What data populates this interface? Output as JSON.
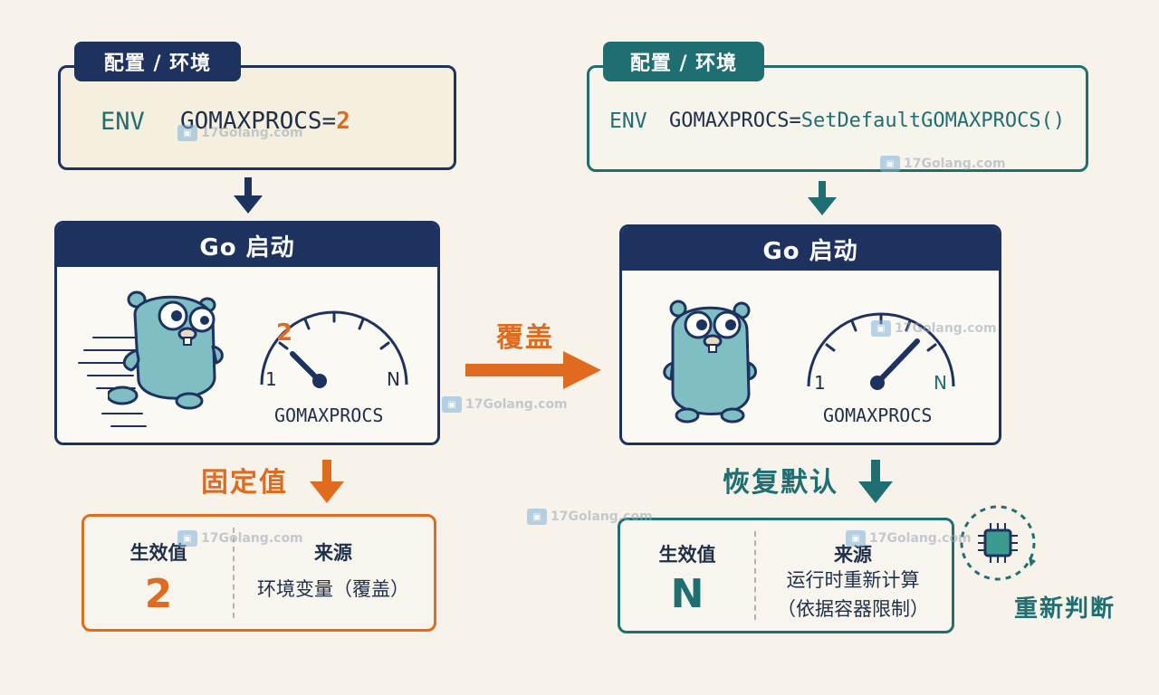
{
  "left": {
    "tag": "配置 / 环境",
    "env_keyword": "ENV",
    "env_name": "GOMAXPROCS=",
    "env_value": "2",
    "panel_title": "Go 启动",
    "gauge_value": "2",
    "gauge_min": "1",
    "gauge_max": "N",
    "gauge_caption": "GOMAXPROCS",
    "step_label": "固定值",
    "result": {
      "effective_header": "生效值",
      "effective_value": "2",
      "source_header": "来源",
      "source_text": "环境变量（覆盖）"
    }
  },
  "right": {
    "tag": "配置 / 环境",
    "env_keyword": "ENV",
    "env_name": "GOMAXPROCS=",
    "env_value": "SetDefaultGOMAXPROCS()",
    "panel_title": "Go 启动",
    "gauge_min": "1",
    "gauge_max": "N",
    "gauge_caption": "GOMAXPROCS",
    "step_label": "恢复默认",
    "result": {
      "effective_header": "生效值",
      "effective_value": "N",
      "source_header": "来源",
      "source_line1": "运行时重新计算",
      "source_line2": "（依据容器限制）"
    },
    "recheck_label": "重新判断"
  },
  "middle": {
    "override_label": "覆盖"
  },
  "watermark": "17Golang.com",
  "colors": {
    "navy": "#1e3260",
    "teal": "#1f6f72",
    "orange": "#e06b1e",
    "background": "#f7f3ea",
    "gopher": "#7fbfc4"
  }
}
